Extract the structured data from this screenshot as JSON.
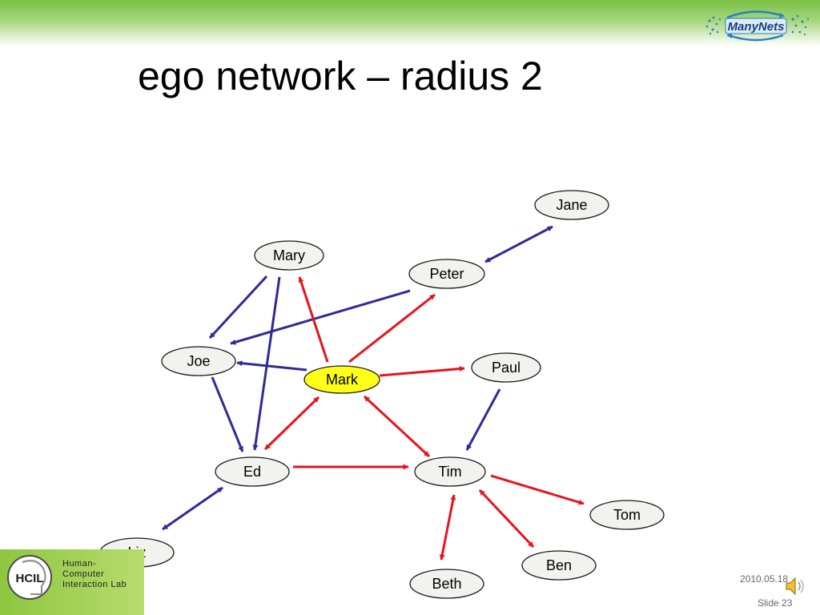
{
  "slide": {
    "title": "ego network – radius 2",
    "date": "2010.05.18",
    "slide_number": "Slide 23",
    "footer_logo_lines": [
      "Human-",
      "Computer",
      "Interaction Lab"
    ],
    "footer_logo_badge": "HCIL",
    "top_logo": "ManyNets"
  },
  "colors": {
    "ego_fill": "#ffff1a",
    "node_fill": "#f2f2ee",
    "ego_edge": "#e8121c",
    "other_edge": "#2e2a99",
    "band": "#79c142"
  },
  "icons": {
    "speaker": "speaker-icon",
    "top_logo": "manynets-logo",
    "footer_logo": "hcil-logo"
  },
  "graph": {
    "ego": "Mark",
    "nodes": [
      {
        "id": "Jane",
        "label": "Jane"
      },
      {
        "id": "Mary",
        "label": "Mary"
      },
      {
        "id": "Peter",
        "label": "Peter"
      },
      {
        "id": "Joe",
        "label": "Joe"
      },
      {
        "id": "Mark",
        "label": "Mark"
      },
      {
        "id": "Paul",
        "label": "Paul"
      },
      {
        "id": "Ed",
        "label": "Ed"
      },
      {
        "id": "Tim",
        "label": "Tim"
      },
      {
        "id": "Tom",
        "label": "Tom"
      },
      {
        "id": "Liz",
        "label": "Liz"
      },
      {
        "id": "Ben",
        "label": "Ben"
      },
      {
        "id": "Beth",
        "label": "Beth"
      }
    ],
    "edges": [
      {
        "from": "Peter",
        "to": "Jane",
        "kind": "other",
        "dir": "both"
      },
      {
        "from": "Mary",
        "to": "Joe",
        "kind": "other",
        "dir": "forward"
      },
      {
        "from": "Mary",
        "to": "Ed",
        "kind": "other",
        "dir": "forward"
      },
      {
        "from": "Peter",
        "to": "Joe",
        "kind": "other",
        "dir": "forward"
      },
      {
        "from": "Mark",
        "to": "Joe",
        "kind": "other",
        "dir": "forward"
      },
      {
        "from": "Joe",
        "to": "Ed",
        "kind": "other",
        "dir": "forward"
      },
      {
        "from": "Paul",
        "to": "Tim",
        "kind": "other",
        "dir": "forward"
      },
      {
        "from": "Ed",
        "to": "Liz",
        "kind": "other",
        "dir": "both"
      },
      {
        "from": "Mark",
        "to": "Mary",
        "kind": "ego",
        "dir": "forward"
      },
      {
        "from": "Mark",
        "to": "Peter",
        "kind": "ego",
        "dir": "forward"
      },
      {
        "from": "Mark",
        "to": "Paul",
        "kind": "ego",
        "dir": "forward"
      },
      {
        "from": "Mark",
        "to": "Ed",
        "kind": "ego",
        "dir": "both"
      },
      {
        "from": "Mark",
        "to": "Tim",
        "kind": "ego",
        "dir": "both"
      },
      {
        "from": "Ed",
        "to": "Tim",
        "kind": "ego",
        "dir": "forward"
      },
      {
        "from": "Tim",
        "to": "Tom",
        "kind": "ego",
        "dir": "forward"
      },
      {
        "from": "Tim",
        "to": "Ben",
        "kind": "ego",
        "dir": "both"
      },
      {
        "from": "Tim",
        "to": "Beth",
        "kind": "ego",
        "dir": "both"
      }
    ]
  }
}
